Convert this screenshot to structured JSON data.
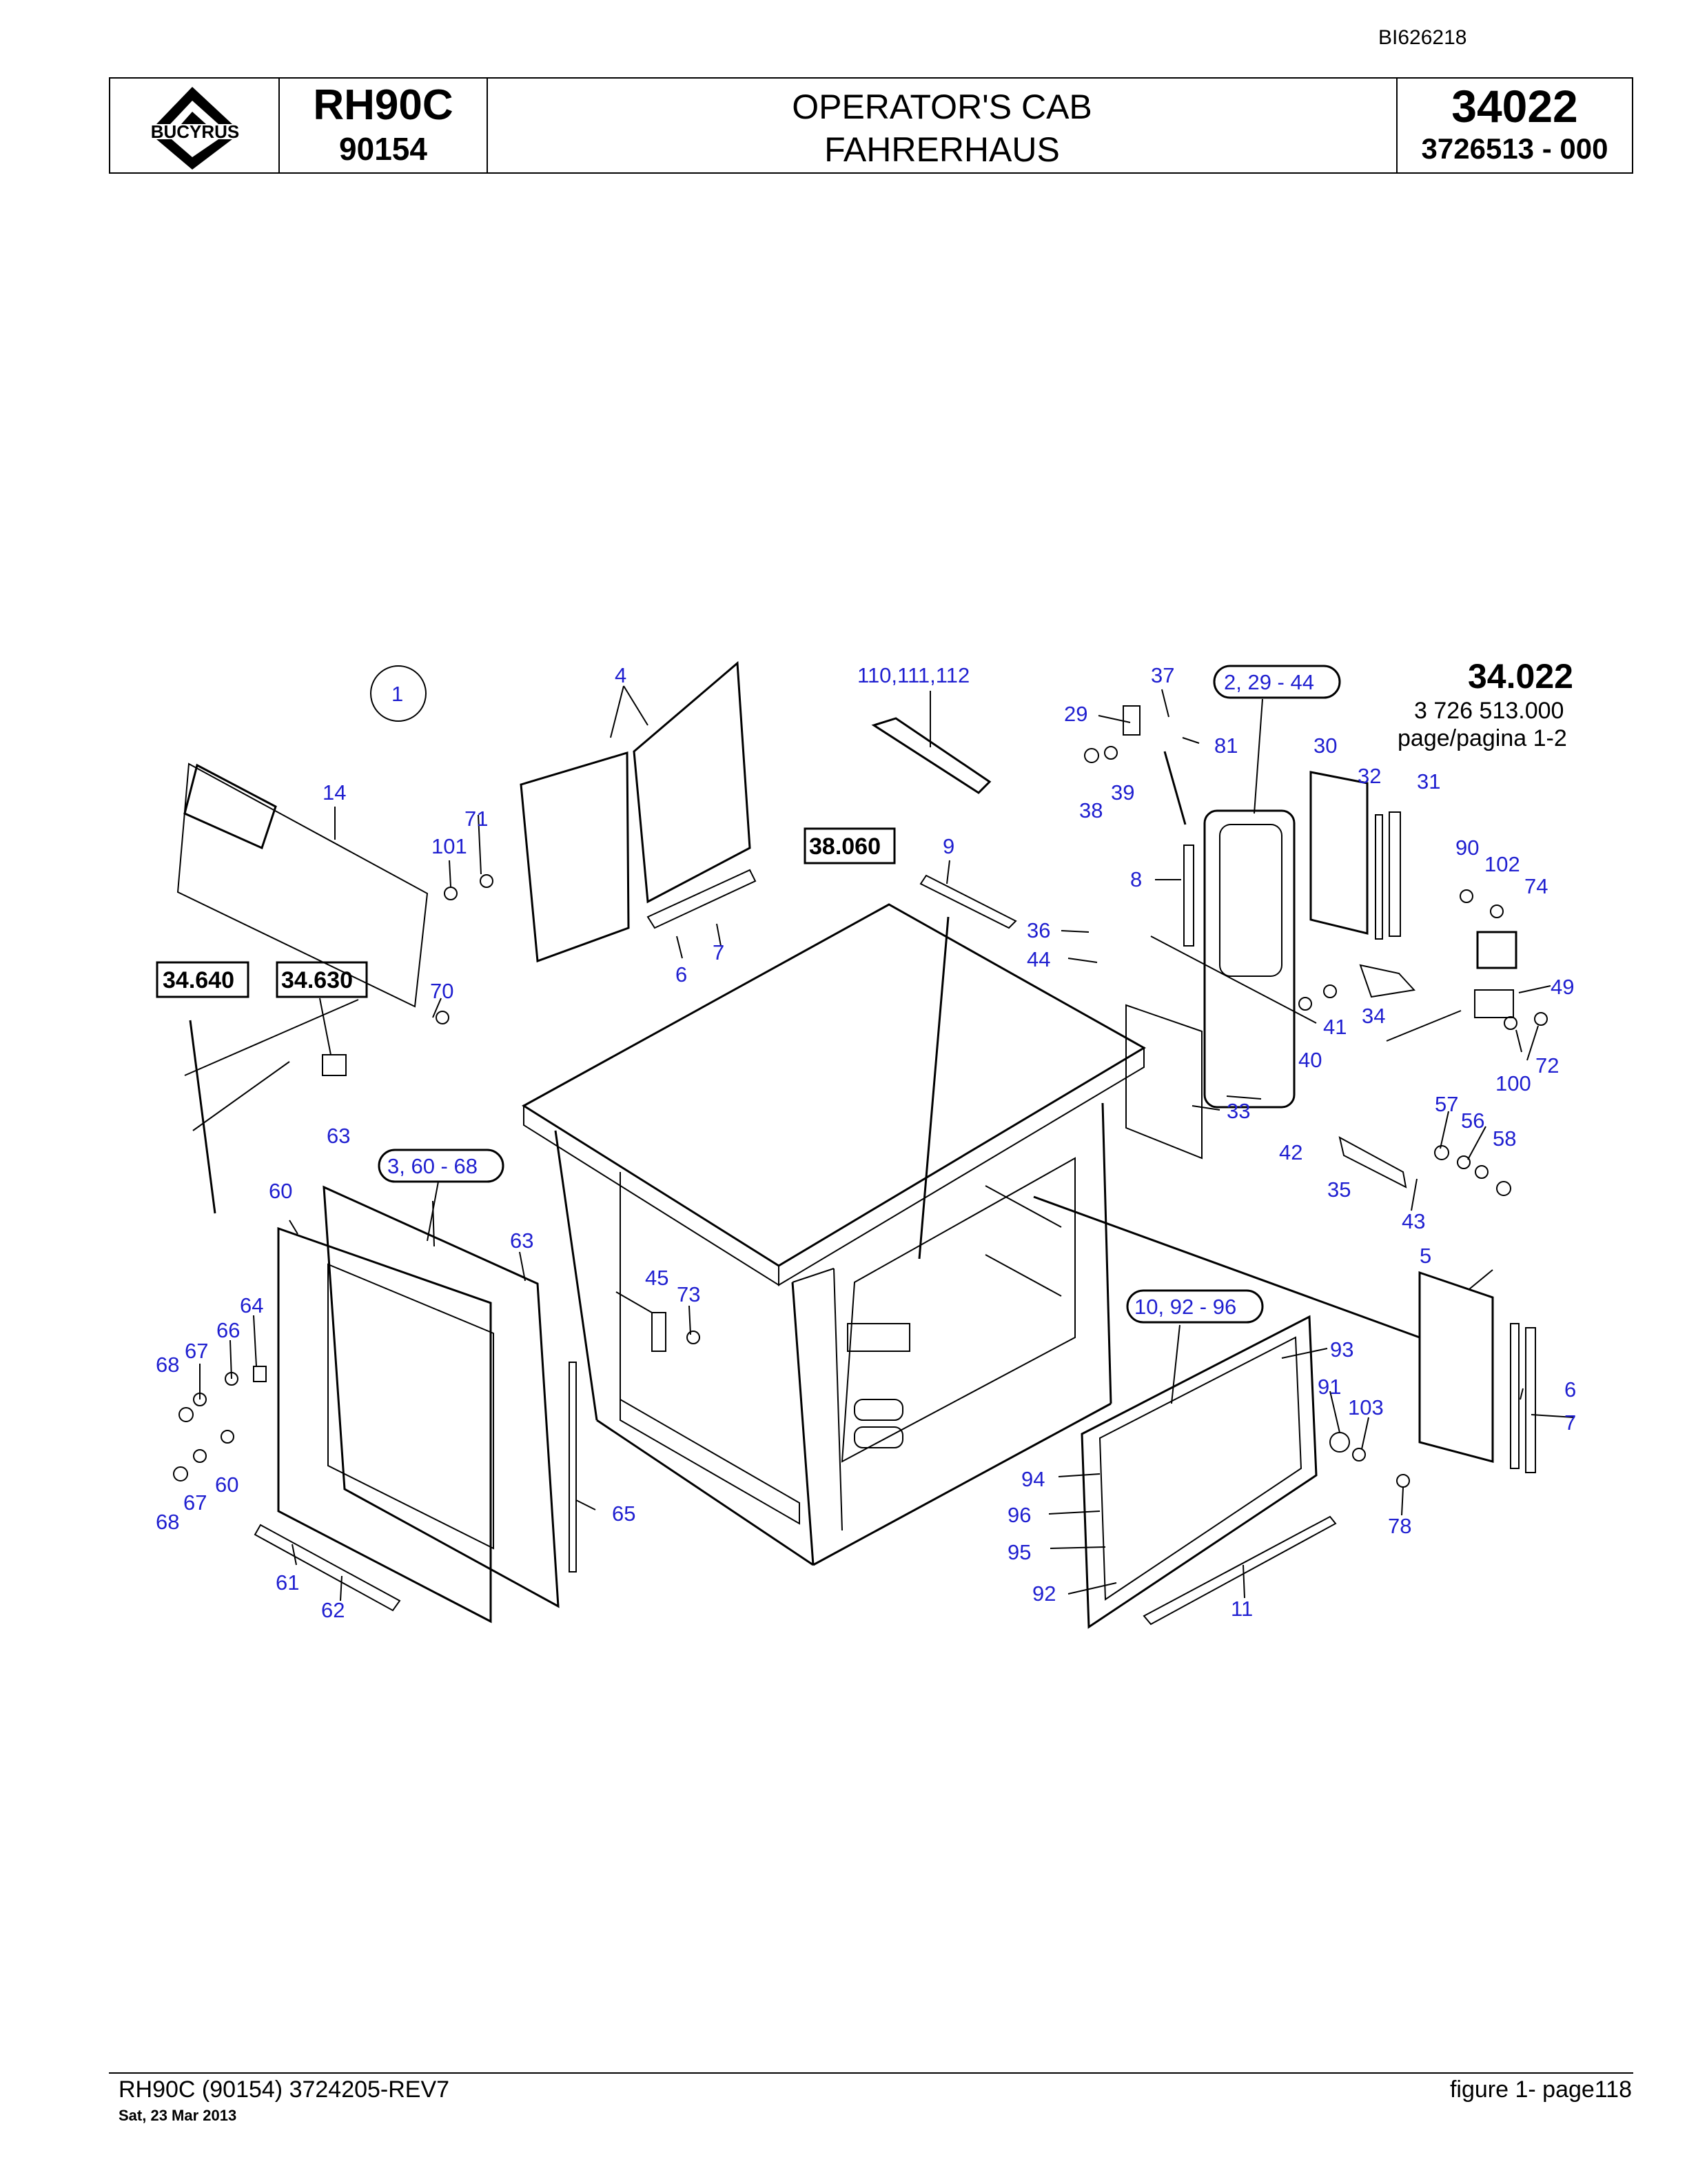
{
  "header": {
    "doc_id": "BI626218",
    "logo_text": "BUCYRUS",
    "model": "RH90C",
    "serial": "90154",
    "title_en": "OPERATOR'S CAB",
    "title_de": "FAHRERHAUS",
    "figure": "34022",
    "part_number": "3726513  - 000"
  },
  "diagram": {
    "group_no": "34.022",
    "group_part": "3 726 513.000",
    "group_page": "page/pagina 1-2",
    "view_marker": "1",
    "ref_boxes": [
      "34.640",
      "34.630",
      "38.060"
    ],
    "grouped_labels": [
      "2, 29 - 44",
      "3, 60 - 68",
      "10, 92 - 96"
    ],
    "callout_top": "110,111,112",
    "callouts": [
      "4",
      "14",
      "71",
      "101",
      "70",
      "6",
      "7",
      "9",
      "37",
      "29",
      "81",
      "38",
      "39",
      "30",
      "32",
      "31",
      "8",
      "36",
      "44",
      "90",
      "102",
      "74",
      "49",
      "34",
      "41",
      "40",
      "72",
      "100",
      "33",
      "42",
      "57",
      "56",
      "58",
      "35",
      "43",
      "63",
      "60",
      "64",
      "66",
      "67",
      "68",
      "63",
      "45",
      "73",
      "5",
      "6",
      "7",
      "93",
      "91",
      "103",
      "94",
      "96",
      "95",
      "92",
      "78",
      "11",
      "60",
      "67",
      "68",
      "61",
      "62",
      "65"
    ]
  },
  "footer": {
    "doc_ref": "RH90C (90154) 3724205-REV7",
    "date": "Sat, 23 Mar 2013",
    "page": "figure  1- page118"
  }
}
